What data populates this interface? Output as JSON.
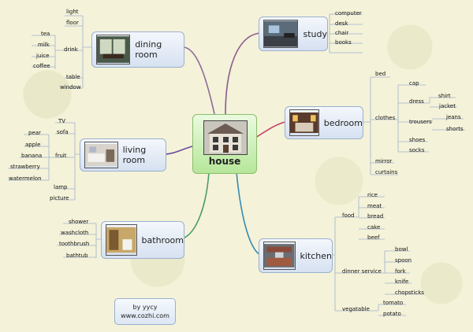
{
  "center": {
    "title": "house"
  },
  "nodes": {
    "study": "study",
    "dining_room": "dining room",
    "bedroom": "bedroom",
    "living_room": "living room",
    "bathroom": "bathroom",
    "kitchen": "kitchen"
  },
  "leaves": {
    "computer": "computer",
    "desk": "desk",
    "chair": "chair",
    "books": "books",
    "light": "light",
    "floor": "floor",
    "drink": "drink",
    "tea": "tea",
    "milk": "milk",
    "juice": "juice",
    "coffee": "coffee",
    "table": "table",
    "window": "window",
    "bed": "bed",
    "clothes": "clothes",
    "cap": "cap",
    "dress": "dress",
    "shirt": "shirt",
    "jacket": "jacket",
    "trousers": "trousers",
    "jeans": "jeans",
    "shorts": "shorts",
    "shoes": "shoes",
    "socks": "socks",
    "mirror": "mirror",
    "curtains": "curtains",
    "tv": "TV",
    "sofa": "sofa",
    "fruit": "fruit",
    "pear": "pear",
    "apple": "apple",
    "banana": "banana",
    "strawberry": "strawberry",
    "watermelon": "watermelon",
    "lamp": "lamp",
    "picture": "picture",
    "shower": "shower",
    "washcloth": "washcloth",
    "toothbrush": "toothbrush",
    "bathtub": "bathtub",
    "food": "food",
    "rice": "rice",
    "meat": "meat",
    "bread": "bread",
    "cake": "cake",
    "beef": "beef",
    "dinner_service": "dinner service",
    "bowl": "bowl",
    "spoon": "spoon",
    "fork": "fork",
    "knife": "knife",
    "chopsticks": "chopsticks",
    "vegatable": "vegatable",
    "tomato": "tomato",
    "potato": "potato"
  },
  "signature": {
    "line1": "by yycy",
    "line2": "www.cozhi.com"
  }
}
